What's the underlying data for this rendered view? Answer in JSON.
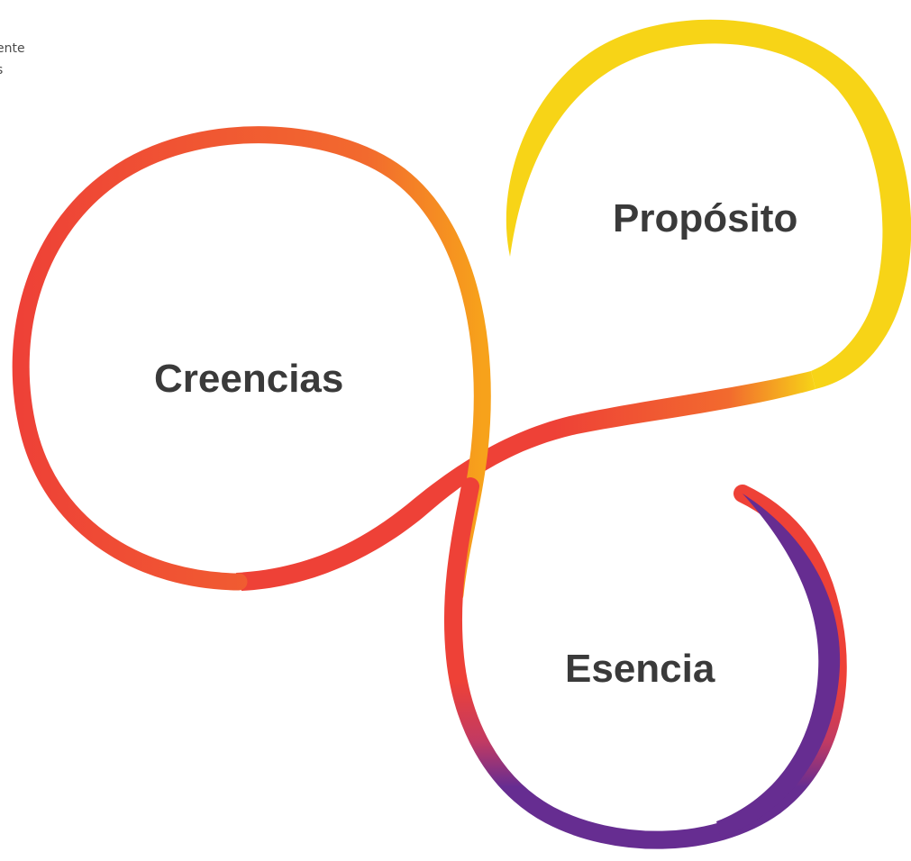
{
  "cut_text": {
    "line1": "ente",
    "line2": "s"
  },
  "nodes": [
    {
      "label": "Propósito",
      "color": "#F7D417"
    },
    {
      "label": "Creencias",
      "color": "#EE4137"
    },
    {
      "label": "Esencia",
      "color": "#662D91"
    }
  ],
  "colors": {
    "yellow": "#F7D417",
    "orange": "#F26A2E",
    "red": "#EE4137",
    "purple": "#662D91",
    "label": "#3A3A3A"
  }
}
